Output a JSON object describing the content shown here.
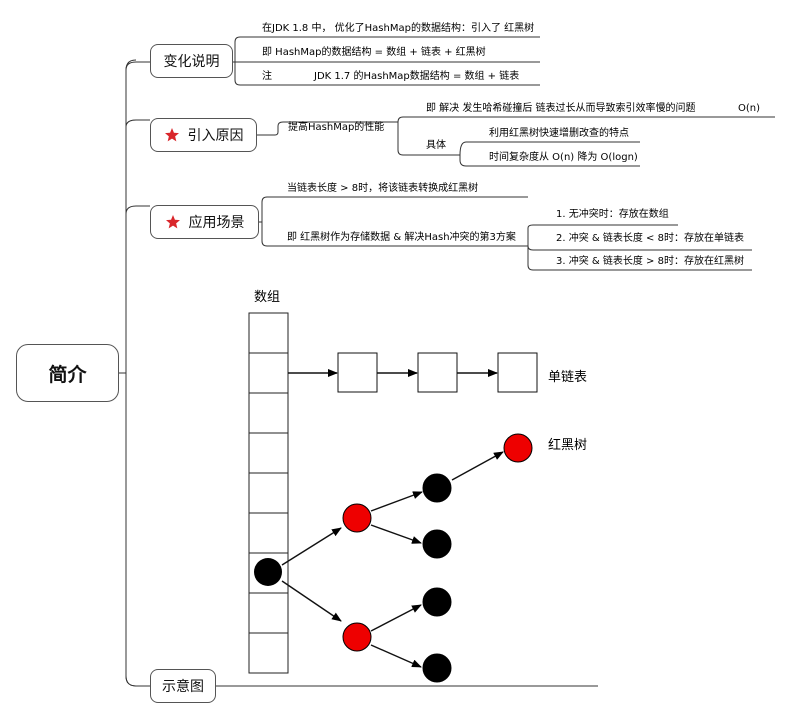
{
  "root": {
    "label": "简介"
  },
  "changes": {
    "label": "变化说明",
    "items": [
      "在JDK 1.8 中， 优化了HashMap的数据结构：引入了 红黑树",
      "即 HashMap的数据结构 = 数组 + 链表 + 红黑树"
    ],
    "note_prefix": "注",
    "note_text": "JDK 1.7 的HashMap数据结构 = 数组 + 链表"
  },
  "reasons": {
    "label": "引入原因",
    "icon": "star-icon",
    "summary": "提高HashMap的性能",
    "detail_text": "即 解决 发生哈希碰撞后 链表过长从而导致索引效率慢的问题",
    "detail_complexity": "O(n)",
    "specific_label": "具体",
    "specific_items": [
      "利用红黑树快速增删改查的特点",
      "时间复杂度从 O(n) 降为 O(logn)"
    ]
  },
  "scenes": {
    "label": "应用场景",
    "icon": "star-icon",
    "item1": "当链表长度 > 8时，将该链表转换成红黑树",
    "item2": "即 红黑树作为存储数据 & 解决Hash冲突的第3方案",
    "sub_items": [
      "1. 无冲突时：存放在数组",
      "2. 冲突 & 链表长度 < 8时：存放在单链表",
      "3. 冲突 & 链表长度 > 8时：存放在红黑树"
    ]
  },
  "diagram_section": {
    "label": "示意图"
  },
  "diagram": {
    "array_label": "数组",
    "linked_list_label": "单链表",
    "rbtree_label": "红黑树"
  },
  "colors": {
    "line": "#333333",
    "star": "#d9262b",
    "red_node": "#ee0000",
    "black_node": "#000000"
  }
}
